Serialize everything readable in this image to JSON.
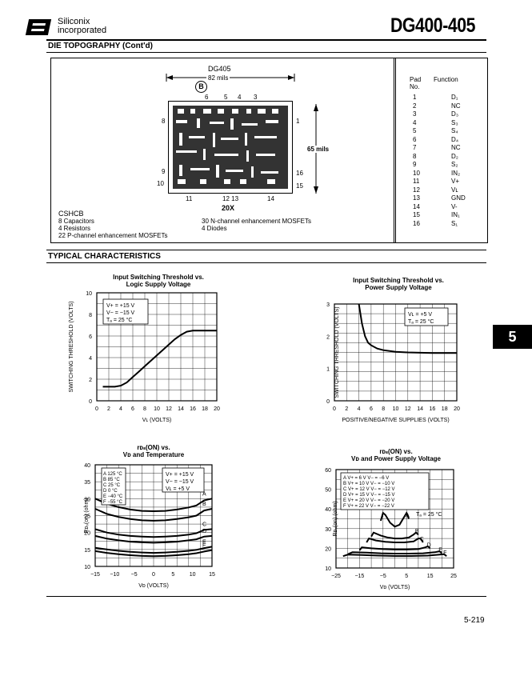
{
  "header": {
    "company_line1": "Siliconix",
    "company_line2": "incorporated",
    "part_number": "DG400-405"
  },
  "die_section": {
    "title": "DIE TOPOGRAPHY (Cont'd)",
    "die_name": "DG405",
    "width_label": "82 mils",
    "height_label": "65 mils",
    "magnification": "20X",
    "logo_letter": "B",
    "pad_labels_top": [
      "6",
      "5",
      "4",
      "3"
    ],
    "pad_labels_left": [
      "8",
      "9",
      "10"
    ],
    "pad_labels_right": [
      "1",
      "16",
      "15"
    ],
    "pad_labels_bottom": [
      "11",
      "12 13",
      "14"
    ],
    "process": "CSHCB",
    "components_left": [
      "8 Capacitors",
      "4 Resistors",
      "22 P-channel enhancement MOSFETs"
    ],
    "components_right": [
      "30 N-channel enhancement MOSFETs",
      "4 Diodes"
    ]
  },
  "pad_table": {
    "header_pad": "Pad",
    "header_no": "No.",
    "header_function": "Function",
    "rows": [
      {
        "no": "1",
        "fn": "D₁"
      },
      {
        "no": "2",
        "fn": "NC"
      },
      {
        "no": "3",
        "fn": "D₃"
      },
      {
        "no": "4",
        "fn": "S₃"
      },
      {
        "no": "5",
        "fn": "S₄"
      },
      {
        "no": "6",
        "fn": "D₄"
      },
      {
        "no": "7",
        "fn": "NC"
      },
      {
        "no": "8",
        "fn": "D₂"
      },
      {
        "no": "9",
        "fn": "S₂"
      },
      {
        "no": "10",
        "fn": "IN₂"
      },
      {
        "no": "11",
        "fn": "V+"
      },
      {
        "no": "12",
        "fn": "Vʟ"
      },
      {
        "no": "13",
        "fn": "GND"
      },
      {
        "no": "14",
        "fn": "V-"
      },
      {
        "no": "15",
        "fn": "IN₁"
      },
      {
        "no": "16",
        "fn": "S₁"
      }
    ]
  },
  "typical_section": {
    "title": "TYPICAL CHARACTERISTICS"
  },
  "side_tab": "5",
  "page_number": "5-219",
  "chart_data": [
    {
      "type": "line",
      "title": "Input Switching Threshold vs. Logic Supply Voltage",
      "xlabel": "Vʟ (VOLTS)",
      "ylabel": "SWITCHING THRESHOLD (VOLTS)",
      "xlim": [
        0,
        20
      ],
      "ylim": [
        0,
        10
      ],
      "xticks": [
        0,
        2,
        4,
        6,
        8,
        10,
        12,
        14,
        16,
        18,
        20
      ],
      "yticks": [
        0,
        2,
        4,
        6,
        8,
        10
      ],
      "legend": [
        "V+ = +15 V",
        "V− = −15 V",
        "Tₐ = 25 °C"
      ],
      "grid": true,
      "series": [
        {
          "x": [
            1,
            2,
            3,
            4,
            5,
            6,
            7,
            8,
            9,
            10,
            11,
            12,
            13,
            14,
            15,
            16,
            17,
            18,
            19,
            20
          ],
          "values": [
            1.3,
            1.3,
            1.3,
            1.4,
            1.7,
            2.2,
            2.7,
            3.2,
            3.7,
            4.2,
            4.7,
            5.2,
            5.7,
            6.1,
            6.4,
            6.5,
            6.5,
            6.5,
            6.5,
            6.5
          ]
        }
      ]
    },
    {
      "type": "line",
      "title": "Input Switching Threshold vs. Power Supply Voltage",
      "xlabel": "POSITIVE/NEGATIVE SUPPLIES (VOLTS)",
      "ylabel": "SWITCHING THRESHOLD (VOLTS)",
      "xlim": [
        0,
        20
      ],
      "ylim": [
        0,
        3
      ],
      "xticks": [
        0,
        2,
        4,
        6,
        8,
        10,
        12,
        14,
        16,
        18,
        20
      ],
      "yticks": [
        0,
        1,
        2,
        3
      ],
      "legend": [
        "Vʟ = +5 V",
        "Tₐ = 25 °C"
      ],
      "grid": true,
      "series": [
        {
          "x": [
            4,
            4.5,
            5,
            5.5,
            6,
            7,
            8,
            10,
            12,
            14,
            16,
            18,
            20
          ],
          "values": [
            3.0,
            2.4,
            2.0,
            1.8,
            1.72,
            1.62,
            1.57,
            1.52,
            1.5,
            1.49,
            1.48,
            1.48,
            1.48
          ]
        }
      ]
    },
    {
      "type": "line",
      "title": "rᴅₛ(ON) vs. Vᴅ and Temperature",
      "xlabel": "Vᴅ (VOLTS)",
      "ylabel": "Rᴅₛ(on) (ohm)",
      "xlim": [
        -15,
        15
      ],
      "ylim": [
        10,
        40
      ],
      "xticks": [
        -15,
        -10,
        -5,
        0,
        5,
        10,
        15
      ],
      "yticks": [
        10,
        15,
        20,
        25,
        30,
        35,
        40
      ],
      "legend_left": [
        "A  125 °C",
        "B   85 °C",
        "C   25 °C",
        "D    0 °C",
        "E  −40 °C",
        "F  −55 °C"
      ],
      "legend_right": [
        "V+ = +15 V",
        "V− = −15 V",
        "Vʟ = +5 V"
      ],
      "grid": true,
      "series": [
        {
          "name": "A",
          "x": [
            -15,
            -12,
            -9,
            -6,
            -3,
            0,
            3,
            6,
            9,
            11,
            13,
            15
          ],
          "values": [
            30,
            28.5,
            27.5,
            26.8,
            26.4,
            26.3,
            26.4,
            26.8,
            27.4,
            28,
            29.5,
            30
          ]
        },
        {
          "name": "B",
          "x": [
            -15,
            -12,
            -9,
            -6,
            -3,
            0,
            3,
            6,
            9,
            11,
            13,
            15
          ],
          "values": [
            27,
            25.5,
            24.6,
            24,
            23.6,
            23.5,
            23.6,
            24,
            24.5,
            25,
            26.5,
            27
          ]
        },
        {
          "name": "C",
          "x": [
            -15,
            -12,
            -9,
            -6,
            -3,
            0,
            3,
            6,
            9,
            11,
            13,
            15
          ],
          "values": [
            21,
            20,
            19.4,
            19,
            18.8,
            18.7,
            18.8,
            19,
            19.4,
            19.8,
            20.8,
            21
          ]
        },
        {
          "name": "D",
          "x": [
            -15,
            -12,
            -9,
            -6,
            -3,
            0,
            3,
            6,
            9,
            11,
            13,
            15
          ],
          "values": [
            19,
            18.2,
            17.7,
            17.3,
            17.1,
            17,
            17.1,
            17.3,
            17.7,
            18,
            18.8,
            19
          ]
        },
        {
          "name": "E",
          "x": [
            -15,
            -12,
            -9,
            -6,
            -3,
            0,
            3,
            6,
            9,
            11,
            13,
            15
          ],
          "values": [
            15.5,
            15,
            14.6,
            14.3,
            14.1,
            14,
            14.1,
            14.3,
            14.6,
            14.9,
            15.4,
            15.8
          ]
        },
        {
          "name": "F",
          "x": [
            -15,
            -12,
            -9,
            -6,
            -3,
            0,
            3,
            6,
            9,
            11,
            13,
            15
          ],
          "values": [
            14.5,
            14,
            13.6,
            13.3,
            13.1,
            13,
            13.1,
            13.3,
            13.6,
            13.9,
            14.4,
            14.8
          ]
        }
      ]
    },
    {
      "type": "line",
      "title": "rᴅₛ(ON) vs. Vᴅ and Power Supply Voltage",
      "xlabel": "Vᴅ (VOLTS)",
      "ylabel": "Rᴅₛ(on) (ohm)",
      "xlim": [
        -25,
        25
      ],
      "ylim": [
        10,
        60
      ],
      "xticks": [
        -25,
        -15,
        -5,
        5,
        15,
        25
      ],
      "yticks": [
        10,
        20,
        30,
        40,
        50,
        60
      ],
      "legend": [
        "A  V+ = 6 V   V− = −6 V",
        "B  V+ = 10 V  V− = −10 V",
        "C  V+ = 12 V  V− = −12 V",
        "D  V+ = 15 V  V− = −15 V",
        "E  V+ = 20 V  V− = −20 V",
        "F  V+ = 22 V  V− = −22 V",
        "Tₐ = 25 °C"
      ],
      "grid": true,
      "series": [
        {
          "name": "A",
          "x": [
            -6,
            -5,
            -4,
            -2,
            0,
            2,
            4,
            5,
            6
          ],
          "values": [
            34,
            38,
            37,
            33,
            31,
            32,
            36,
            38,
            35
          ]
        },
        {
          "name": "B",
          "x": [
            -10,
            -9,
            -6,
            -3,
            0,
            3,
            6,
            8,
            9,
            10
          ],
          "values": [
            26,
            28,
            26.5,
            25.5,
            25,
            25,
            25.5,
            27,
            28,
            27
          ]
        },
        {
          "name": "C",
          "x": [
            -12,
            -11,
            -8,
            -4,
            0,
            4,
            8,
            10,
            11,
            12
          ],
          "values": [
            23,
            25,
            24,
            23.3,
            23,
            23,
            23.5,
            25,
            25,
            23
          ]
        },
        {
          "name": "D",
          "x": [
            -15,
            -14,
            -10,
            -5,
            0,
            5,
            10,
            13,
            14,
            15
          ],
          "values": [
            19,
            20.5,
            20,
            19.6,
            19.4,
            19.4,
            19.6,
            20.5,
            21,
            20
          ]
        },
        {
          "name": "E",
          "x": [
            -20,
            -18,
            -12,
            -6,
            0,
            6,
            12,
            17,
            19,
            20
          ],
          "values": [
            17,
            18,
            17.8,
            17.5,
            17.3,
            17.3,
            17.5,
            18,
            18.5,
            17.5
          ]
        },
        {
          "name": "F",
          "x": [
            -22,
            -20,
            -14,
            -7,
            0,
            7,
            14,
            19,
            21,
            22
          ],
          "values": [
            16,
            16.8,
            16.6,
            16.3,
            16.1,
            16.1,
            16.3,
            16.8,
            17,
            16
          ]
        }
      ]
    }
  ]
}
